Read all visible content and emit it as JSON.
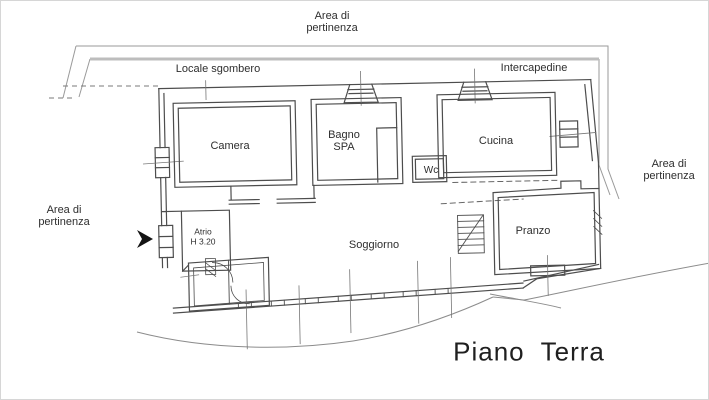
{
  "plan": {
    "title": "Piano  Terra",
    "areas": {
      "top": {
        "line1": "Area di",
        "line2": "pertinenza"
      },
      "left": {
        "line1": "Area di",
        "line2": "pertinenza"
      },
      "right": {
        "line1": "Area di",
        "line2": "pertinenza"
      }
    },
    "zones": {
      "locale_sgombero": "Locale sgombero",
      "intercapedine": "Intercapedine"
    },
    "rooms": {
      "camera": "Camera",
      "bagno_line1": "Bagno",
      "bagno_line2": "SPA",
      "cucina": "Cucina",
      "wc": "Wc",
      "atrio_line1": "Atrio",
      "atrio_line2": "H 3.20",
      "soggiorno": "Soggiorno",
      "pranzo": "Pranzo"
    },
    "colors": {
      "wall": "#4d4d4d",
      "boundary": "#9a9a9a",
      "boundary_thick": "#bdbdbd",
      "terrain": "#8c8c8c",
      "text": "#2e2e2e",
      "background": "#ffffff"
    }
  }
}
